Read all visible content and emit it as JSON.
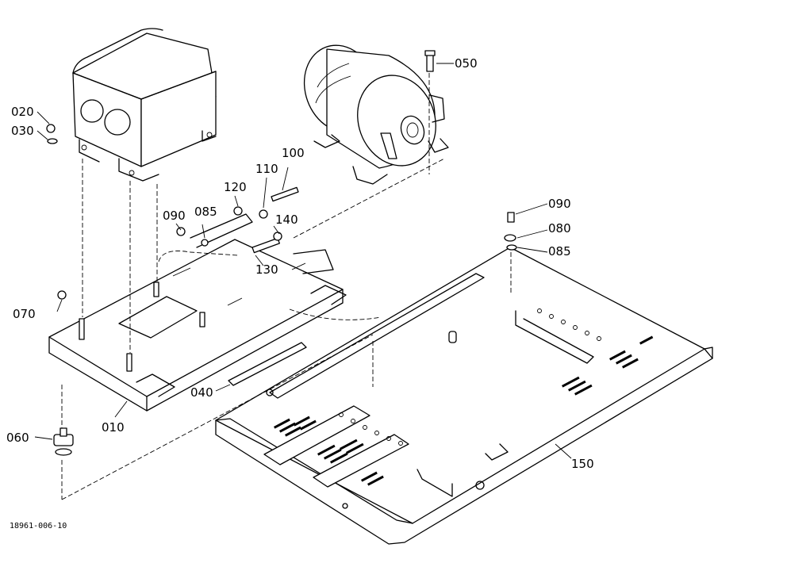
{
  "diagram": {
    "reference_code": "18961-006-10",
    "callouts": [
      {
        "id": "020",
        "label": "020"
      },
      {
        "id": "030",
        "label": "030"
      },
      {
        "id": "050",
        "label": "050"
      },
      {
        "id": "100",
        "label": "100"
      },
      {
        "id": "110",
        "label": "110"
      },
      {
        "id": "120",
        "label": "120"
      },
      {
        "id": "090a",
        "label": "090"
      },
      {
        "id": "085a",
        "label": "085"
      },
      {
        "id": "140",
        "label": "140"
      },
      {
        "id": "130",
        "label": "130"
      },
      {
        "id": "070",
        "label": "070"
      },
      {
        "id": "040",
        "label": "040"
      },
      {
        "id": "010",
        "label": "010"
      },
      {
        "id": "060",
        "label": "060"
      },
      {
        "id": "090b",
        "label": "090"
      },
      {
        "id": "080",
        "label": "080"
      },
      {
        "id": "085b",
        "label": "085"
      },
      {
        "id": "150",
        "label": "150"
      }
    ]
  }
}
